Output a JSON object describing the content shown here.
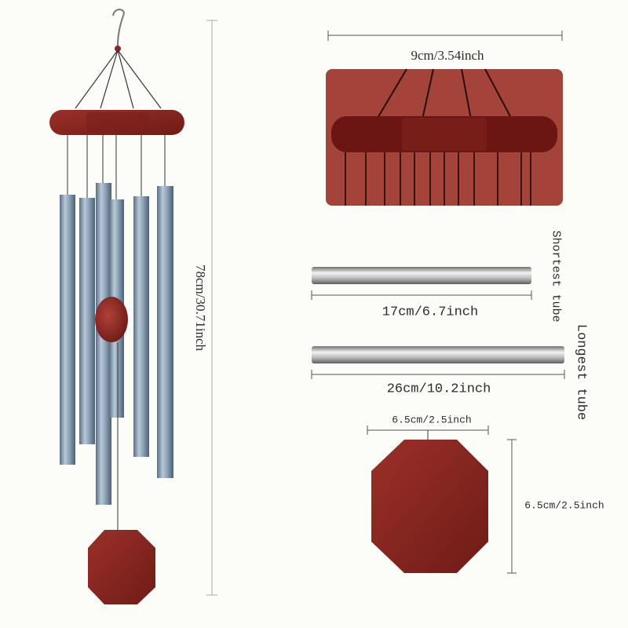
{
  "labels": {
    "total_length": "78cm/30.71inch",
    "top_width": "9cm/3.54inch",
    "shortest_tube_size": "17cm/6.7inch",
    "shortest_tube_caption": "Shortest tube",
    "longest_tube_size": "26cm/10.2inch",
    "longest_tube_caption": "Longest tube",
    "sail_width": "6.5cm/2.5inch",
    "sail_height": "6.5cm/2.5inch"
  },
  "colors": {
    "background": "#fcfcf9",
    "wood": "#8a2622",
    "wood_dark": "#6e1a17",
    "tube": "#8aa0b4",
    "tube_dark": "#5d7184",
    "steel": "#9a9a9a"
  }
}
